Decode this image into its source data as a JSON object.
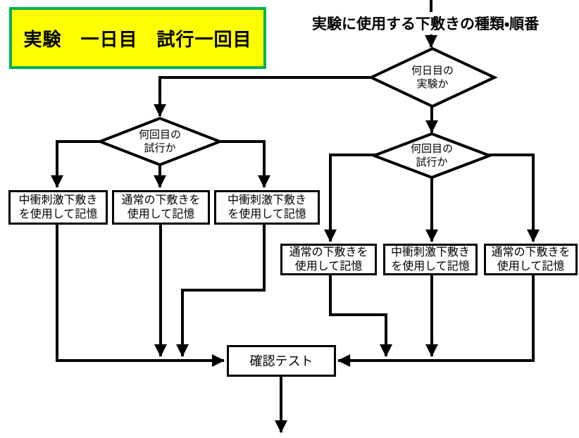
{
  "title": {
    "label": "実験　一日目　試行一回目"
  },
  "header": {
    "label": "実験に使用する下敷きの種類・順番"
  },
  "nodes": {
    "decision_day": {
      "line1": "何日目の",
      "line2": "実験か"
    },
    "decision_trial_left": {
      "line1": "何回目の",
      "line2": "試行か"
    },
    "decision_trial_right": {
      "line1": "何回目の",
      "line2": "試行か"
    },
    "memorize_left_1": {
      "line1": "中衝刺激下敷き",
      "line2": "を使用して記憶"
    },
    "memorize_left_2": {
      "line1": "通常の下敷きを",
      "line2": "使用して記憶"
    },
    "memorize_left_3": {
      "line1": "中衝刺激下敷き",
      "line2": "を使用して記憶"
    },
    "memorize_right_1": {
      "line1": "通常の下敷きを",
      "line2": "使用して記憶"
    },
    "memorize_right_2": {
      "line1": "中衝刺激下敷き",
      "line2": "を使用して記憶"
    },
    "memorize_right_3": {
      "line1": "通常の下敷きを",
      "line2": "使用して記憶"
    },
    "confirm_test": {
      "label": "確認テスト"
    }
  },
  "colors": {
    "title_bg": "#ffff00",
    "title_border": "#00b050",
    "line": "#000000",
    "box_bg": "#ffffff"
  }
}
